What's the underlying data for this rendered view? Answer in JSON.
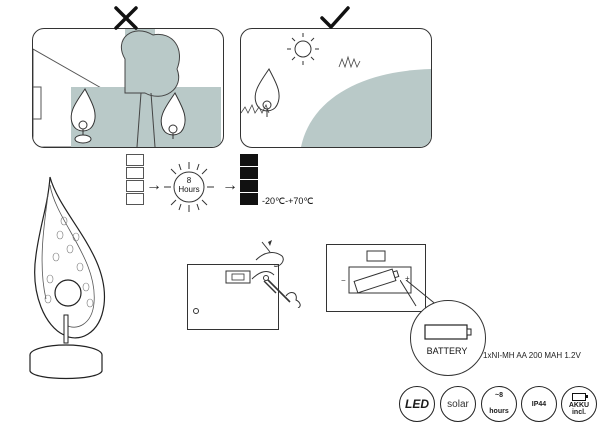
{
  "charging": {
    "hours_value": "8",
    "hours_unit": "Hours",
    "temperature": "-20℃-+70℃"
  },
  "battery": {
    "label": "BATTERY",
    "spec": "1xNI-MH AA 200 MAH 1.2V"
  },
  "badges": {
    "led": "LED",
    "solar": "solar",
    "hours_value": "~8",
    "hours_unit": "hours",
    "ip_rating": "IP44",
    "akku_line1": "AKKU",
    "akku_line2": "incl."
  },
  "icons": {
    "wrong": "cross-icon",
    "right": "check-icon",
    "sun": "sun-icon",
    "arrow": "arrow-right-icon"
  },
  "colors": {
    "shadow": "#b9c9c8",
    "outline": "#333333",
    "cell_full": "#111111"
  }
}
